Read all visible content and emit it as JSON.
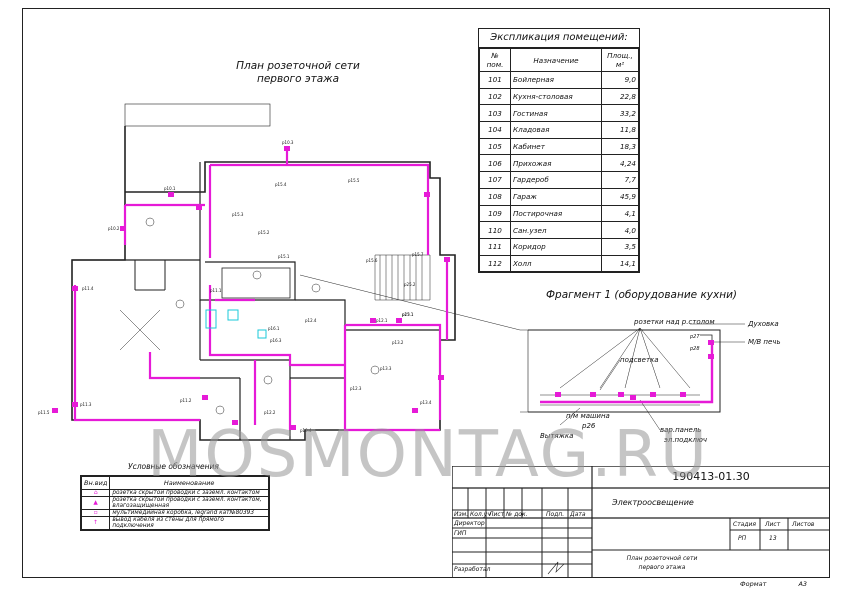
{
  "plan_title": [
    "План розеточной сети",
    "первого этажа"
  ],
  "fragment_title": "Фрагмент 1 (оборудование кухни)",
  "explication": {
    "caption": "Экспликация помещений:",
    "headers": {
      "num": "№ пом.",
      "purpose": "Назначение",
      "area": "Площ., м²"
    },
    "rows": [
      {
        "num": "101",
        "name": "Бойлерная",
        "area": "9,0"
      },
      {
        "num": "102",
        "name": "Кухня-столовая",
        "area": "22,8"
      },
      {
        "num": "103",
        "name": "Гостиная",
        "area": "33,2"
      },
      {
        "num": "104",
        "name": "Кладовая",
        "area": "11,8"
      },
      {
        "num": "105",
        "name": "Кабинет",
        "area": "18,3"
      },
      {
        "num": "106",
        "name": "Прихожая",
        "area": "4,24"
      },
      {
        "num": "107",
        "name": "Гардероб",
        "area": "7,7"
      },
      {
        "num": "108",
        "name": "Гараж",
        "area": "45,9"
      },
      {
        "num": "109",
        "name": "Постирочная",
        "area": "4,1"
      },
      {
        "num": "110",
        "name": "Сан.узел",
        "area": "4,0"
      },
      {
        "num": "111",
        "name": "Коридор",
        "area": "3,5"
      },
      {
        "num": "112",
        "name": "Холл",
        "area": "14,1"
      }
    ]
  },
  "legend": {
    "caption": "Условные обозначения",
    "headers": {
      "kind": "Вн.вид",
      "name": "Наименование"
    },
    "items": [
      {
        "symbol": "⌂",
        "text": "розетка скрытой проводки с заземл. контактом"
      },
      {
        "symbol": "▲",
        "text": "розетка скрытой проводки с заземл. контактом, влагозащищенная"
      },
      {
        "symbol": "▫",
        "text": "мультимедийная коробка, legrand кат№80393"
      },
      {
        "symbol": "↑",
        "text": "вывод кабеля из стены для прямого подключения"
      }
    ]
  },
  "fragment_labels": {
    "sockets_above_table": "розетки над р.столом",
    "oven": "Духовка",
    "microwave": "М/В печь",
    "lighting": "подсветка",
    "dishwasher": "п/м машина",
    "hood": "Вытяжка",
    "cooktop": "вар.панель",
    "oven_code": "р27",
    "mw_code": "р28",
    "dw_code": "р26",
    "cooktop_code": "эл.подключ"
  },
  "plan_labels": [
    "р10.3",
    "р10.1",
    "р10.2",
    "р11.4",
    "р11.5",
    "р11.3",
    "р11.2",
    "р11.1",
    "р15.3",
    "р15.4",
    "р15.5",
    "р15.6",
    "р15.7",
    "р15.1",
    "р15.2",
    "р12.1",
    "р12.2",
    "р12.3",
    "р12.4",
    "р13.1",
    "р13.2",
    "р13.3",
    "р13.4",
    "р25.1",
    "р25.2",
    "р16.1",
    "р16.3",
    "р10.4"
  ],
  "title_block": {
    "code": "190413-01.30",
    "header_cells": [
      "Изм.",
      "Кол.уч",
      "Лист",
      "№ док.",
      "Подп.",
      "Дата"
    ],
    "roles": [
      "Директор",
      "ГИП",
      "Разработал"
    ],
    "project": "Электроосвещение",
    "sheet_title": [
      "План розеточной сети",
      "первого этажа"
    ],
    "stage_label": "Стадия",
    "sheet_label": "Лист",
    "sheets_label": "Листов",
    "stage": "РП",
    "sheet": "13"
  },
  "format_label": "Формат",
  "format_value": "А3",
  "watermark": "MOSMONTAG.RU",
  "colors": {
    "wiring": "#e61ad7",
    "lines": "#222222",
    "watermark": "#969696"
  }
}
